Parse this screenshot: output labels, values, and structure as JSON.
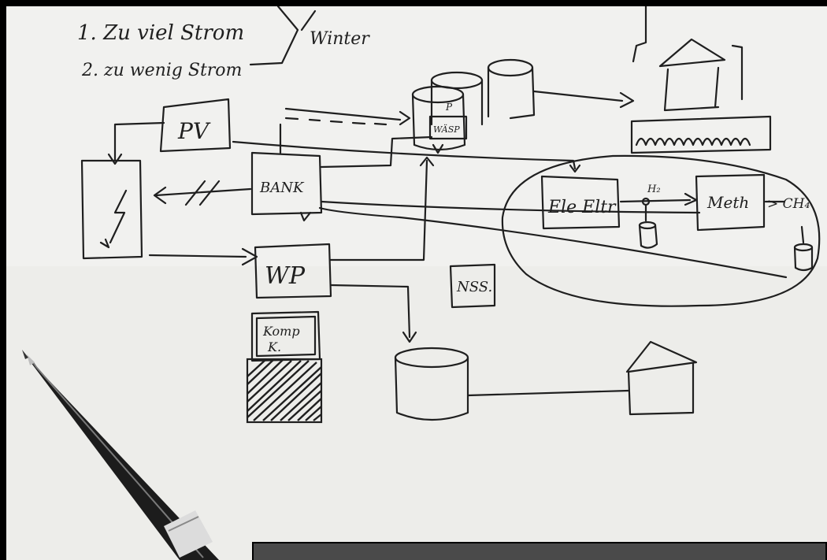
{
  "notes": {
    "line1": "1. Zu viel Strom",
    "line2": "2. zu wenig Strom",
    "side": "Winter"
  },
  "labels": {
    "pv": "PV",
    "bank": "BANK",
    "wp": "WP",
    "kompk": "Komp",
    "kompk2": "K.",
    "nass": "NSS.",
    "waermesp": "WÄSP",
    "elektro": "Ele Eltr",
    "h2": "H₂",
    "meth": "Meth",
    "ch4": "> CH₄",
    "top_mark": "P"
  },
  "colors": {
    "ink": "#1f1f1f",
    "paper": "#f1f1ef",
    "frame": "#000000",
    "caption_bar": "#4a4a4a"
  }
}
